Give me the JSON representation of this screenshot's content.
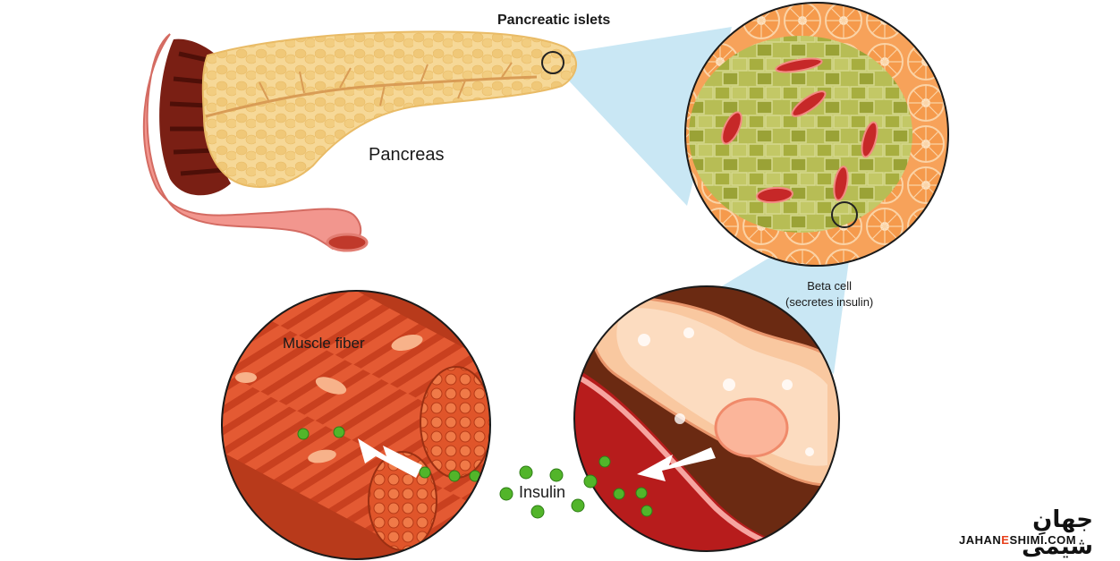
{
  "labels": {
    "pancreatic_islets": "Pancreatic islets",
    "pancreas": "Pancreas",
    "beta_cell_line1": "Beta cell",
    "beta_cell_line2": "(secretes insulin)",
    "muscle_fiber": "Muscle fiber",
    "insulin": "Insulin"
  },
  "watermark": {
    "persian_text": "جهانِ شیمی",
    "latin_left": "JAHAN",
    "latin_e": "E",
    "latin_right": "SHIMI.COM"
  },
  "colors": {
    "pancreas_fill": "#f3cf86",
    "duodenum_outer": "#f2968e",
    "duodenum_inner": "#7a1f14",
    "zoom_beam": "#bfe3f2",
    "islet_green": "#a9b443",
    "exocrine_orange": "#f08a3c",
    "blood_cell": "#c62828",
    "muscle_red": "#e2532e",
    "insulin_dot": "#52b52a",
    "arrow": "#ffffff"
  }
}
